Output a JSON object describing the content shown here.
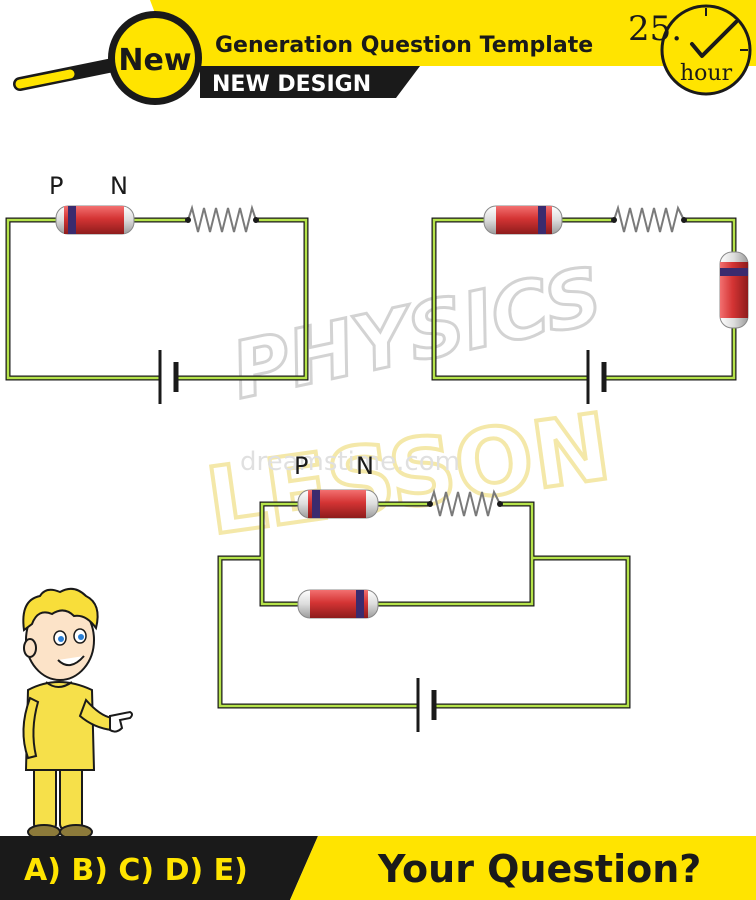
{
  "header": {
    "badge_text": "New",
    "title": "Generation Question Template",
    "subtitle": "NEW DESIGN",
    "timer_number": "25.",
    "timer_unit": "hour"
  },
  "circuits": {
    "circuit_1": {
      "p_label": "P",
      "n_label": "N"
    },
    "circuit_3": {
      "p_label": "P",
      "n_label": "N"
    }
  },
  "footer": {
    "answer_options": "A) B) C) D) E)",
    "question_prompt": "Your Question?"
  },
  "watermark": {
    "line1": "PHYSICS",
    "line2": "LESSON",
    "line3": "dreamstime.com"
  },
  "colors": {
    "accent_yellow": "#FFE400",
    "dark": "#1a1a1a",
    "wire_green": "#b5e34a",
    "diode_red": "#d63a3a",
    "character_yellow": "#F6E04A"
  }
}
